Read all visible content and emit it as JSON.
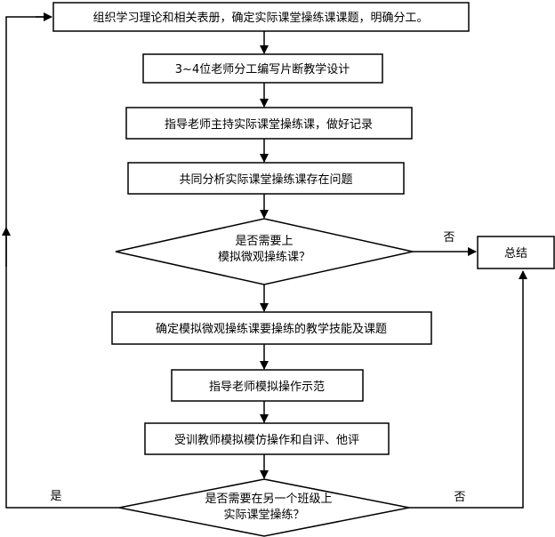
{
  "steps": {
    "s1": "组织学习理论和相关表册，确定实际课堂操练课课题，明确分工。",
    "s2": "3~4位老师分工编写片断教学设计",
    "s3": "指导老师主持实际课堂操练课，做好记录",
    "s4": "共同分析实际课堂操练课存在问题",
    "s5": "确定模拟微观操练课要操练的教学技能及课题",
    "s6": "指导老师模拟操作示范",
    "s7": "受训教师模拟模仿操作和自评、他评"
  },
  "decisions": {
    "d1_line1": "是否需要上",
    "d1_line2": "模拟微观操练课？",
    "d2_line1": "是否需要在另一个班级上",
    "d2_line2": "实际课堂操练？"
  },
  "summary": "总结",
  "labels": {
    "no1": "否",
    "no2": "否",
    "yes": "是"
  }
}
